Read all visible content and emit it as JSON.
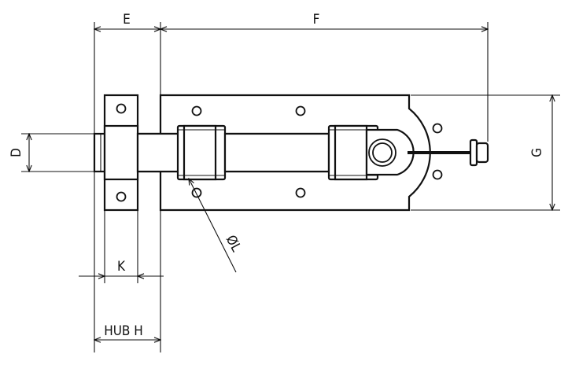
{
  "labels": {
    "e": "E",
    "f": "F",
    "d": "D",
    "g": "G",
    "k": "K",
    "hub_h": "HUB H",
    "ol": "ØL"
  }
}
